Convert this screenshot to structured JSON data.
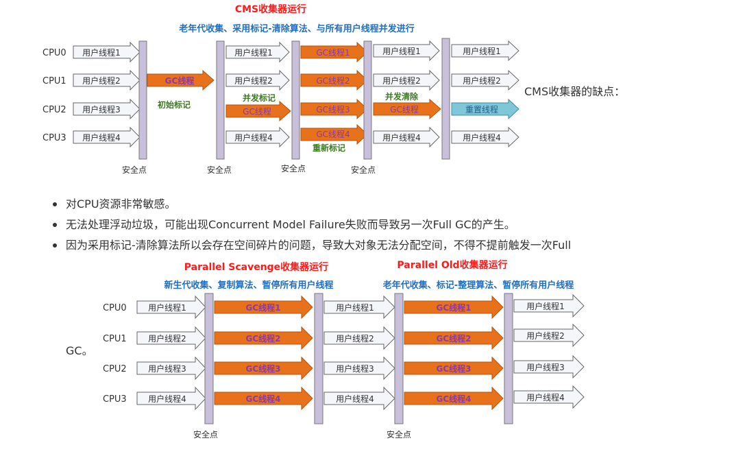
{
  "diagram1": {
    "title": "CMS收集器运行",
    "subtitle": "老年代收集、采用标记-清除算法、与所有用户线程并发进行",
    "cpus": [
      "CPU0",
      "CPU1",
      "CPU2",
      "CPU3"
    ],
    "columns": {
      "c1": [
        "用户线程1",
        "用户线程2",
        "用户线程3",
        "用户线程4"
      ],
      "c3": [
        "用户线程1",
        "用户线程2",
        "",
        "用户线程4"
      ],
      "c4": [
        "GC线程1",
        "GC线程2",
        "GC线程3",
        "GC线程4"
      ],
      "c5": [
        "用户线程1",
        "用户线程2",
        "",
        "用户线程4"
      ],
      "c6": [
        "用户线程1",
        "用户线程2",
        "重置线程",
        "用户线程4"
      ]
    },
    "gc_thread": "GC线程",
    "phases": {
      "initial_mark": "初始标记",
      "concurrent_mark": "并发标记",
      "remark": "重新标记",
      "concurrent_sweep": "并发清除"
    },
    "safepoint": "安全点"
  },
  "cms_drawbacks_label": "CMS收集器的缺点：",
  "bullets": [
    "对CPU资源非常敏感。",
    "无法处理浮动垃圾，可能出现Concurrent Model Failure失败而导致另一次Full GC的产生。",
    "因为采用标记-清除算法所以会存在空间碎片的问题，导致大对象无法分配空间，不得不提前触发一次Full"
  ],
  "bullet3_tail": "GC。",
  "diagram2": {
    "title_left": "Parallel Scavenge收集器运行",
    "subtitle_left": "新生代收集、复制算法、暂停所有用户线程",
    "title_right": "Parallel Old收集器运行",
    "subtitle_right": "老年代收集、标记-整理算法、暂停所有用户线程",
    "cpus": [
      "CPU0",
      "CPU1",
      "CPU2",
      "CPU3"
    ],
    "user_threads": [
      "用户线程1",
      "用户线程2",
      "用户线程3",
      "用户线程4"
    ],
    "gc_threads": [
      "GC线程1",
      "GC线程2",
      "GC线程3",
      "GC线程4"
    ],
    "safepoint": "安全点"
  },
  "colors": {
    "title_red": "#ff1a1a",
    "subtitle_blue": "#1f6fc5",
    "phase_green": "#3d7a22",
    "gc_orange": "#e8711c",
    "gc_text_purple": "#8a3aa8",
    "user_arrow_fill": "#f4f6fa",
    "reset_arrow_fill": "#7ec6d8",
    "safepoint_bar": "#c8bfdb"
  }
}
